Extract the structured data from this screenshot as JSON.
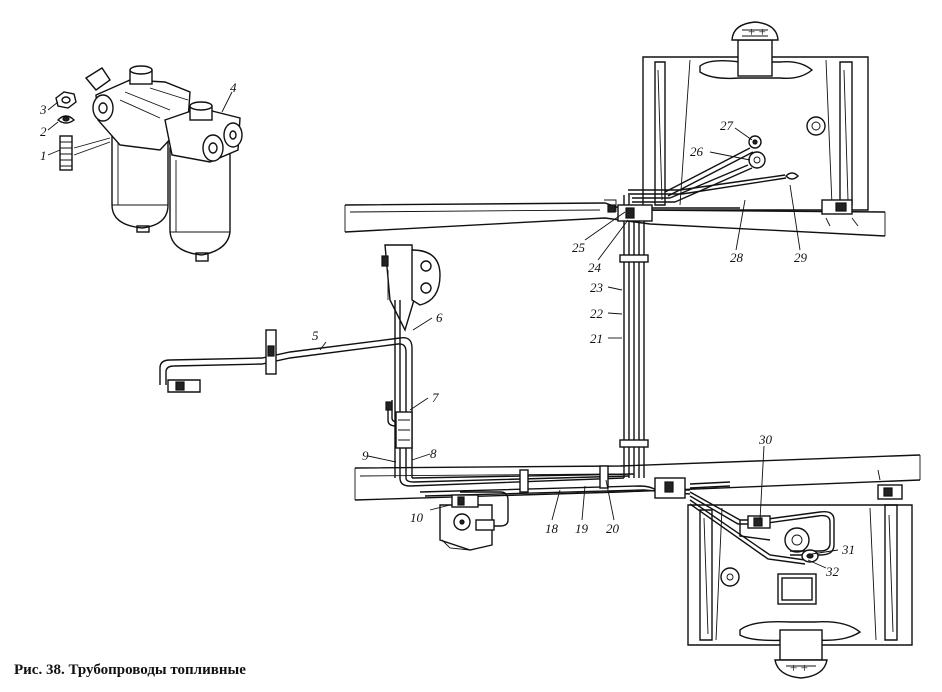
{
  "caption": "Рис. 38. Трубопроводы топливные",
  "labels": {
    "l1": "1",
    "l2": "2",
    "l3": "3",
    "l4": "4",
    "l5": "5",
    "l6": "6",
    "l7": "7",
    "l8": "8",
    "l9": "9",
    "l10": "10",
    "l18": "18",
    "l19": "19",
    "l20": "20",
    "l21": "21",
    "l22": "22",
    "l23": "23",
    "l24": "24",
    "l25": "25",
    "l26": "26",
    "l27": "27",
    "l28": "28",
    "l29": "29",
    "l30": "30",
    "l31": "31",
    "l32": "32"
  }
}
